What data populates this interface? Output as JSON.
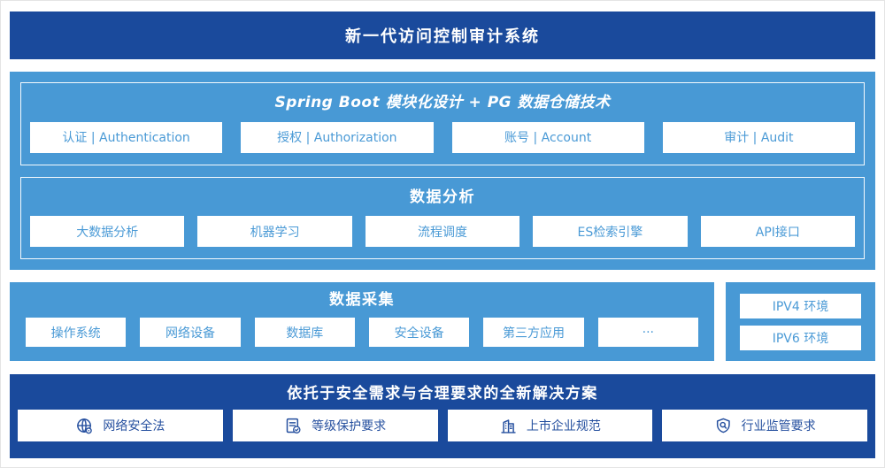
{
  "banner": {
    "title": "新一代访问控制审计系统"
  },
  "platform": {
    "modules": {
      "title": "Spring Boot 模块化设计 + PG 数据仓储技术",
      "items": [
        "认证 | Authentication",
        "授权 | Authorization",
        "账号 | Account",
        "审计 | Audit"
      ]
    },
    "analysis": {
      "title": "数据分析",
      "items": [
        "大数据分析",
        "机器学习",
        "流程调度",
        "ES检索引擎",
        "API接口"
      ]
    }
  },
  "collection": {
    "title": "数据采集",
    "items": [
      "操作系统",
      "网络设备",
      "数据库",
      "安全设备",
      "第三方应用",
      "···"
    ]
  },
  "environments": {
    "items": [
      "IPV4 环境",
      "IPV6 环境"
    ]
  },
  "solution": {
    "title": "依托于安全需求与合理要求的全新解决方案",
    "items": [
      {
        "icon": "globe-icon",
        "label": "网络安全法"
      },
      {
        "icon": "document-check-icon",
        "label": "等级保护要求"
      },
      {
        "icon": "building-icon",
        "label": "上市企业规范"
      },
      {
        "icon": "shield-search-icon",
        "label": "行业监管要求"
      }
    ]
  },
  "colors": {
    "banner_blue": "#1a4a9c",
    "section_blue": "#4899d5",
    "box_text_light": "#4a9ad6",
    "box_text_dark": "#26509f"
  }
}
